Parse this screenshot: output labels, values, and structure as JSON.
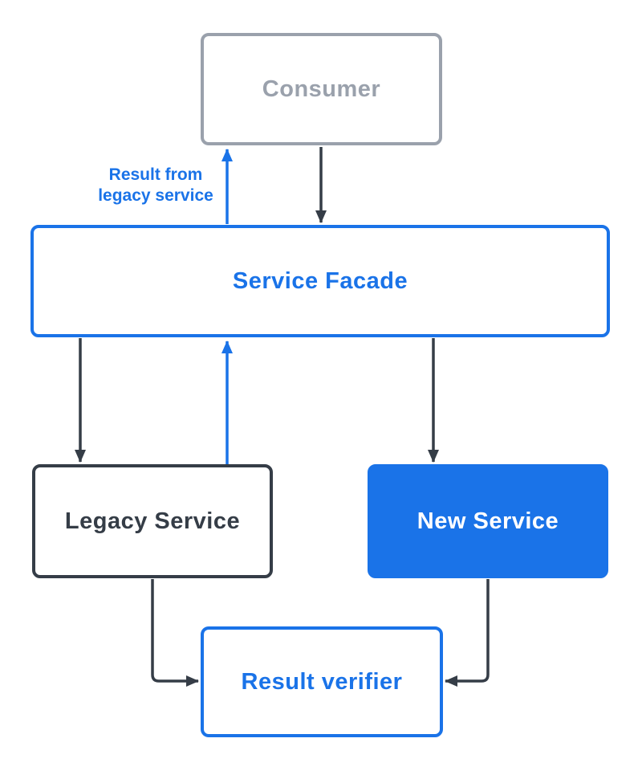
{
  "diagram": {
    "nodes": {
      "consumer": {
        "label": "Consumer",
        "text_color": "#9aa1ac",
        "border_color": "#9aa1ac",
        "fill": "#ffffff"
      },
      "service_facade": {
        "label": "Service Facade",
        "text_color": "#1a73e8",
        "border_color": "#1a73e8",
        "fill": "#ffffff"
      },
      "legacy_service": {
        "label": "Legacy Service",
        "text_color": "#353d47",
        "border_color": "#353d47",
        "fill": "#ffffff"
      },
      "new_service": {
        "label": "New Service",
        "text_color": "#ffffff",
        "border_color": "#1a73e8",
        "fill": "#1a73e8"
      },
      "result_verifier": {
        "label": "Result verifier",
        "text_color": "#1a73e8",
        "border_color": "#1a73e8",
        "fill": "#ffffff"
      }
    },
    "edge_label": {
      "line1": "Result from",
      "line2": "legacy service",
      "color": "#1a73e8"
    },
    "edges": [
      {
        "from": "consumer",
        "to": "service_facade",
        "color": "#353d47",
        "shape": "straight-down"
      },
      {
        "from": "service_facade",
        "to": "consumer",
        "color": "#1a73e8",
        "shape": "straight-up",
        "label": "Result from legacy service"
      },
      {
        "from": "service_facade",
        "to": "legacy_service",
        "color": "#353d47",
        "shape": "straight-down"
      },
      {
        "from": "legacy_service",
        "to": "service_facade",
        "color": "#1a73e8",
        "shape": "straight-up"
      },
      {
        "from": "service_facade",
        "to": "new_service",
        "color": "#353d47",
        "shape": "straight-down"
      },
      {
        "from": "legacy_service",
        "to": "result_verifier",
        "color": "#353d47",
        "shape": "elbow-down-right"
      },
      {
        "from": "new_service",
        "to": "result_verifier",
        "color": "#353d47",
        "shape": "elbow-down-left"
      }
    ],
    "colors": {
      "accent_blue": "#1a73e8",
      "dark": "#353d47",
      "gray": "#9aa1ac",
      "background": "#ffffff"
    }
  }
}
